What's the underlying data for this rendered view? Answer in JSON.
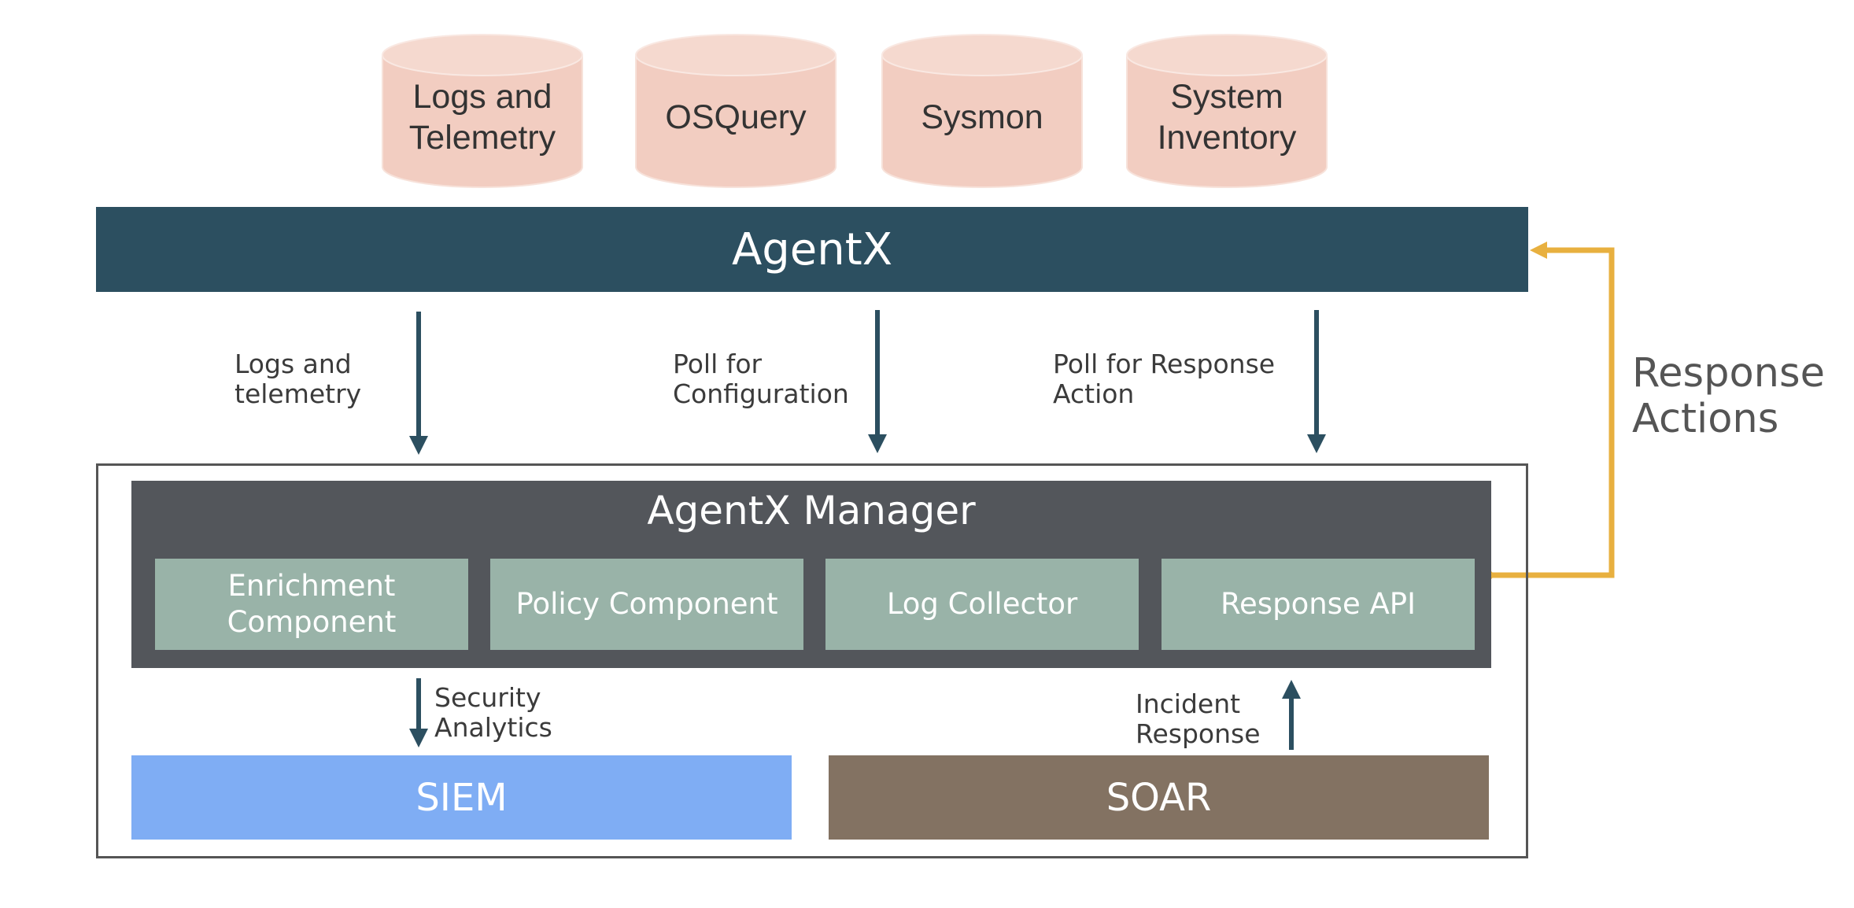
{
  "colors": {
    "cylinder_fill": "#f2cdc1",
    "cylinder_top": "#f5d9cf",
    "agentx_bar": "#2c4f60",
    "manager_box": "#53565b",
    "component": "#99b3a8",
    "siem": "#7fadf4",
    "soar": "#837262",
    "arrow_dark": "#2c4f60",
    "arrow_response": "#e8b03f"
  },
  "sources": [
    "Logs and\nTelemetry",
    "OSQuery",
    "Sysmon",
    "System\nInventory"
  ],
  "agentx": {
    "title": "AgentX"
  },
  "flows": {
    "logs": "Logs and\ntelemetry",
    "config": "Poll for\nConfiguration",
    "response": "Poll for Response\nAction"
  },
  "manager": {
    "title": "AgentX Manager",
    "components": [
      "Enrichment\nComponent",
      "Policy Component",
      "Log Collector",
      "Response API"
    ]
  },
  "sinks": {
    "security_analytics": "Security\nAnalytics",
    "incident_response": "Incident\nResponse",
    "siem": "SIEM",
    "soar": "SOAR"
  },
  "side": {
    "response_actions": "Response\nActions"
  }
}
